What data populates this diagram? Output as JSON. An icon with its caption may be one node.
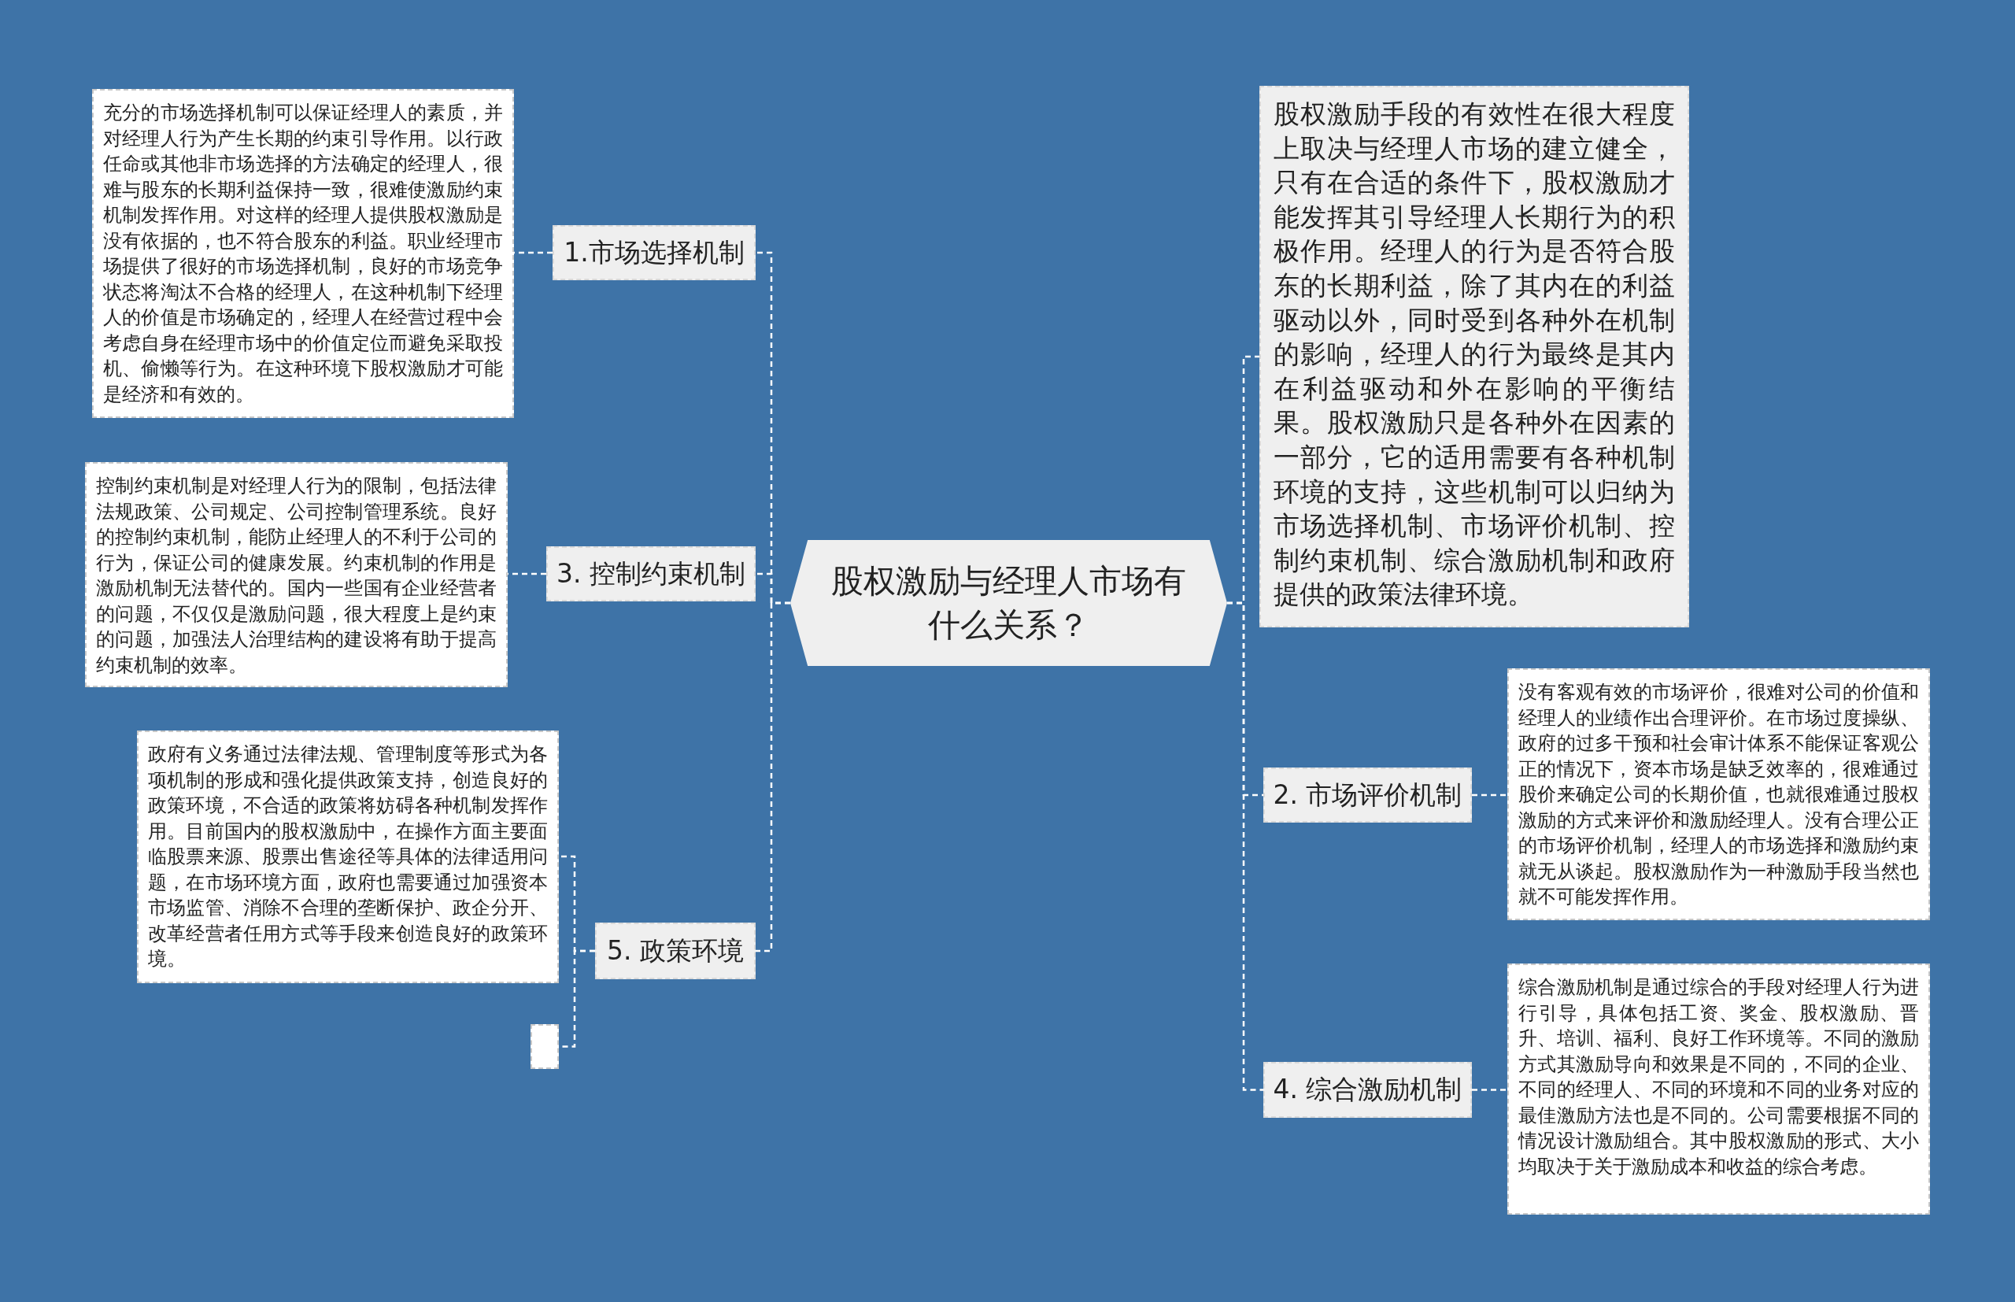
{
  "diagram": {
    "nodes": [
      {
        "text": [
          "股权激励与经理人市场有什么关系？"
        ]
      },
      {
        "text": [
          "1.市场选择机制"
        ]
      },
      {
        "text": [
          "充分的市场选择机制可以保证经理人的素质，并对经理人行为产生长期的约束引导作用。以行政任命或其他非市场选择的方法确定的经理人，很难与股东的长期利益保持一致，很难使激励约束机制发挥作用。对这样的经理人提供股权激励是没有依据的，也不符合股东的利益。职业经理市场提供了很好的市场选择机制，良好的市场竞争状态将淘汰不合格的经理人，在这种机制下经理人的价值是市场确定的，经理人在经营过程中会考虑自身在经理市场中的价值定位而避免采取投机、偷懒等行为。在这种环境下股权激励才可能是经济和有效的。"
        ]
      },
      {
        "text": [
          "3. 控制约束机制"
        ]
      },
      {
        "text": [
          "控制约束机制是对经理人行为的限制，包括法律法规政策、公司规定、公司控制管理系统。良好的控制约束机制，能防止经理人的不利于公司的行为，保证公司的健康发展。约束机制的作用是激励机制无法替代的。国内一些国有企业经营者的问题，不仅仅是激励问题，很大程度上是约束的问题，加强法人治理结构的建设将有助于提高约束机制的效率。"
        ]
      },
      {
        "text": [
          "5. 政策环境"
        ]
      },
      {
        "text": [
          "政府有义务通过法律法规、管理制度等形式为各项机制的形成和强化提供政策支持，创造良好的政策环境，不合适的政策将妨碍各种机制发挥作用。目前国内的股权激励中，在操作方面主要面临股票来源、股票出售途径等具体的法律适用问题，在市场环境方面，政府也需要通过加强资本市场监管、消除不合理的垄断保护、政企分开、改革经营者任用方式等手段来创造良好的政策环境。"
        ]
      },
      {
        "text": [],
        "shape": "box"
      },
      {
        "text": [
          "股权激励手段的有效性在很大程度上取决与经理人市场的建立健全，只有在合适的条件下，股权激励才能发挥其引导经理人长期行为的积极作用。经理人的行为是否符合股东的长期利益，除了其内在的利益驱动以外，同时受到各种外在机制的影响，经理人的行为最终是其内在利益驱动和外在影响的平衡结果。股权激励只是各种外在因素的一部分，它的适用需要有各种机制环境的支持，这些机制可以归纳为市场选择机制、市场评价机制、控制约束机制、综合激励机制和政府提供的政策法律环境。"
        ]
      },
      {
        "text": [
          "2. 市场评价机制"
        ]
      },
      {
        "text": [
          "没有客观有效的市场评价，很难对公司的价值和经理人的业绩作出合理评价。在市场过度操纵、政府的过多干预和社会审计体系不能保证客观公正的情况下，资本市场是缺乏效率的，很难通过股价来确定公司的长期价值，也就很难通过股权激励的方式来评价和激励经理人。没有合理公正的市场评价机制，经理人的市场选择和激励约束就无从谈起。股权激励作为一种激励手段当然也就不可能发挥作用。"
        ]
      },
      {
        "text": [
          "4. 综合激励机制"
        ]
      },
      {
        "text": [
          "综合激励机制是通过综合的手段对经理人行为进行引导，具体包括工资、奖金、股权激励、晋升、培训、福利、良好工作环境等。不同的激励方式其激励导向和效果是不同的，不同的企业、不同的经理人、不同的环境和不同的业务对应的最佳激励方法也是不同的。公司需要根据不同的情况设计激励组合。其中股权激励的形式、大小均取决于关于激励成本和收益的综合考虑。"
        ]
      }
    ],
    "edges": [
      {
        "from": 0,
        "to": 1,
        "arrow": "none"
      },
      {
        "from": 1,
        "to": 2,
        "arrow": "none"
      },
      {
        "from": 0,
        "to": 3,
        "arrow": "none"
      },
      {
        "from": 3,
        "to": 4,
        "arrow": "none"
      },
      {
        "from": 0,
        "to": 5,
        "arrow": "none"
      },
      {
        "from": 5,
        "to": 6,
        "arrow": "none"
      },
      {
        "from": 5,
        "to": 7,
        "arrow": "none"
      },
      {
        "from": 0,
        "to": 8,
        "arrow": "none"
      },
      {
        "from": 0,
        "to": 9,
        "arrow": "none"
      },
      {
        "from": 9,
        "to": 10,
        "arrow": "none"
      },
      {
        "from": 0,
        "to": 11,
        "arrow": "none"
      },
      {
        "from": 11,
        "to": 12,
        "arrow": "none"
      }
    ]
  }
}
